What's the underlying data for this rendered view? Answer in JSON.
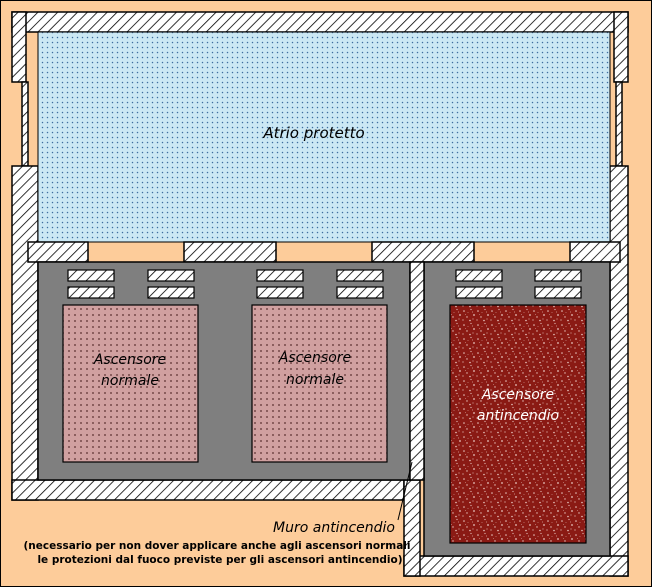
{
  "diagram": {
    "atrium_label": "Atrio protetto",
    "elevators": [
      {
        "line1": "Ascensore",
        "line2": "normale",
        "type": "normal"
      },
      {
        "line1": "Ascensore",
        "line2": "normale",
        "type": "normal"
      },
      {
        "line1": "Ascensore",
        "line2": "antincendio",
        "type": "fire"
      }
    ],
    "firewall": {
      "title": "Muro antincendio",
      "note_line1": "(necessario per non dover applicare anche agli ascensori normali",
      "note_line2": "le protezioni dal fuoco previste per gli ascensori antincendio)"
    }
  },
  "colors": {
    "background": "#fdcc9a",
    "wall_fill": "#ffffff",
    "hatch": "#000000",
    "atrium_fill": "#cbe8f4",
    "atrium_dot": "#3d6fa0",
    "shaft_fill": "#7f7f7f",
    "normal_car": "#d0a0a0",
    "normal_dot": "#5a2e2e",
    "fire_car": "#8a1a14",
    "fire_speckle": "#e8c6c0",
    "label_white": "#ffffff"
  }
}
